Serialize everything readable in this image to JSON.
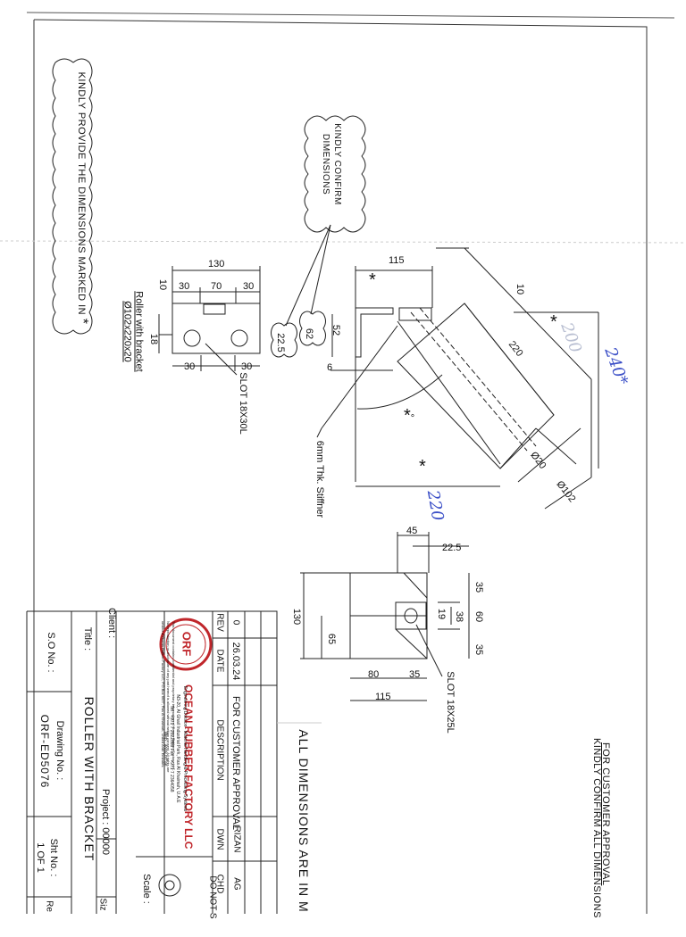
{
  "notes": {
    "provide_dimensions": "KINDLY PROVIDE THE DIMENSIONS MARKED IN",
    "star_mark": "*",
    "confirm_dimensions": "KINDLY CONFIRM DIMENSIONS",
    "all_dimensions_units": "ALL DIMENSIONS ARE IN M",
    "for_customer_approval": "FOR CUSTOMER APPROVAL",
    "confirm_all_dimensions": "KINDLY CONFIRM ALL DIMENSIONS"
  },
  "side_view": {
    "d_130": "130",
    "d_10": "10",
    "d_30_left": "30",
    "d_70": "70",
    "d_30_right": "30",
    "d_18": "18",
    "d_30_bottom_left": "30",
    "d_30_bottom_right": "30",
    "d_22_5": "22.5",
    "d_62": "62",
    "slot_label": "SLOT 18X30L",
    "caption_line1": "Roller with bracket",
    "caption_line2": "Ø102x220x20"
  },
  "iso_view": {
    "d_115": "115",
    "d_52": "52",
    "d_6": "6",
    "d_10": "10",
    "d_220": "220",
    "d_20": "Ø20",
    "d_102": "Ø102",
    "angle_mark": "°",
    "stiffener_label": "6mm Thk. Stiffner",
    "hand_240": "240",
    "hand_220": "220",
    "hand_200": "200"
  },
  "front_view": {
    "d_45": "45",
    "d_22_5": "22.5",
    "d_35_top": "35",
    "d_19": "19",
    "d_38": "38",
    "d_60": "60",
    "d_35_bottom": "35",
    "d_130": "130",
    "d_65": "65",
    "d_80": "80",
    "d_35": "35",
    "d_115": "115",
    "slot_label": "SLOT 18X25L"
  },
  "title_block": {
    "rev_header": "REV",
    "date_header": "DATE",
    "description_header": "DESCRIPTION",
    "dwn_header": "DWN",
    "chd_header": "CHD",
    "rev_value": "0",
    "date_value": "26.03.24",
    "description_value": "FOR CUSTOMER APPROVAL",
    "dwn_value": "RIZAN",
    "chd_value": "AG",
    "do_not_scale": "DO NOT S",
    "scale_label": "Scale :",
    "logo_text": "ORF",
    "company_name": "OCEAN RUBBER FACTORY LLC",
    "company_line1": "Engineering Division - Material Handling & Processing Systems",
    "company_line2": "N3-20, Al Ghail Industrial Park, Ras Al Khaimah, U.A.E",
    "company_line3": "Tel : +971 7 2022888  Fax : +971 7 2364058",
    "company_line4": "Web : www.orf.ae",
    "disclaimer": "This document contains confidential and proprietary information of Ocean Rubber Factory LLC. No reproduction or disclosure of any part hereof is allowed without written consent. All rights are vested in Ocean Rubber Factory LLC, P.O.Box 6637, Ras Al Khaimah, United Arab Emirates.",
    "client_label": "Client :",
    "project_label": "Project : 00000",
    "title_label": "Title :",
    "title_value": "ROLLER WITH BRACKET",
    "so_label": "S.O No. :",
    "drawing_label": "Drawing No. :",
    "drawing_value": "ORF-ED5076",
    "sheet_label": "Sht No. :",
    "sheet_value": "1 OF 1",
    "size_label": "Siz",
    "rev_short": "Re"
  }
}
